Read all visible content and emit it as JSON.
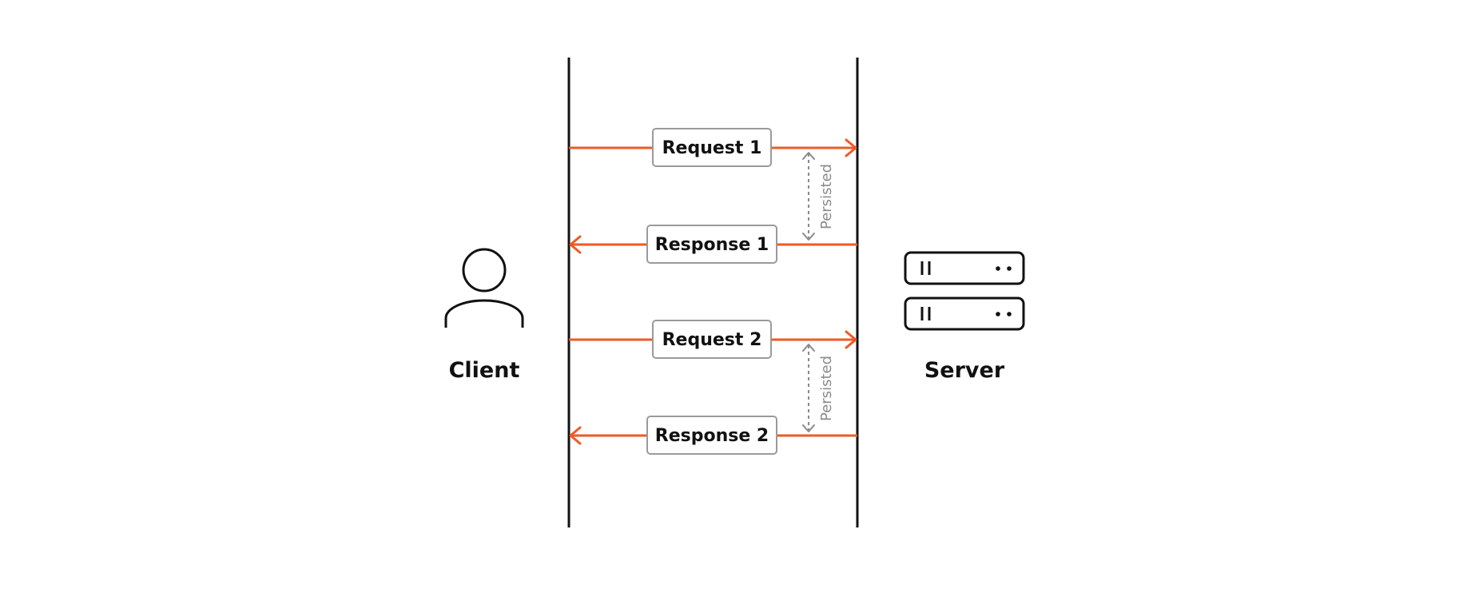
{
  "actors": {
    "client": {
      "label": "Client",
      "icon": "person-icon"
    },
    "server": {
      "label": "Server",
      "icon": "server-icon"
    }
  },
  "messages": [
    {
      "label": "Request 1",
      "direction": "client-to-server"
    },
    {
      "label": "Response 1",
      "direction": "server-to-client"
    },
    {
      "label": "Request 2",
      "direction": "client-to-server"
    },
    {
      "label": "Response 2",
      "direction": "server-to-client"
    }
  ],
  "persisted": [
    {
      "label": "Persisted"
    },
    {
      "label": "Persisted"
    }
  ],
  "colors": {
    "message": "#ee5a24",
    "lifeline": "#111111",
    "persist": "#8a8a8a",
    "label_border": "#9a9a9a"
  }
}
